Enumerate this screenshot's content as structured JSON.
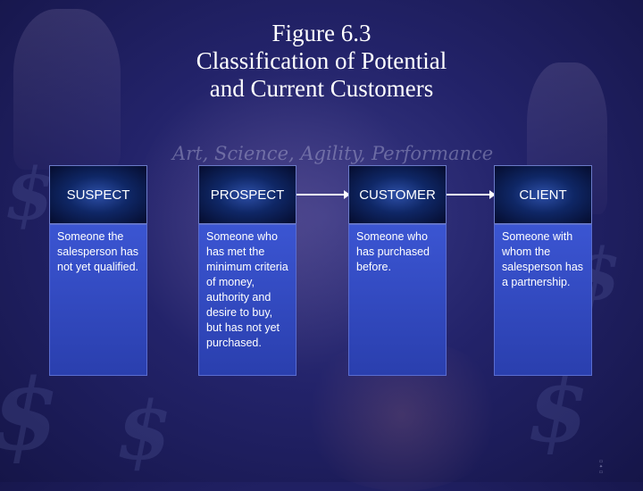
{
  "slide": {
    "title_lines": [
      "Figure 6.3",
      "Classification of Potential",
      "and Current Customers"
    ],
    "tagline": "Art, Science, Agility, Performance"
  },
  "stages": [
    {
      "name": "SUSPECT",
      "description": "Someone the salesperson has not yet qualified."
    },
    {
      "name": "PROSPECT",
      "description": "Someone who has met the minimum criteria of money, authority and desire to buy, but has not yet purchased."
    },
    {
      "name": "CUSTOMER",
      "description": "Someone who has purchased before."
    },
    {
      "name": "CLIENT",
      "description": "Someone with whom the salesperson has a partnership."
    }
  ],
  "colors": {
    "background": "#23236a",
    "box_body": "#3047c0",
    "box_head": "#0f2766",
    "text": "#ffffff"
  },
  "icons": [
    "arrow-right-icon",
    "arrow-right-icon"
  ]
}
